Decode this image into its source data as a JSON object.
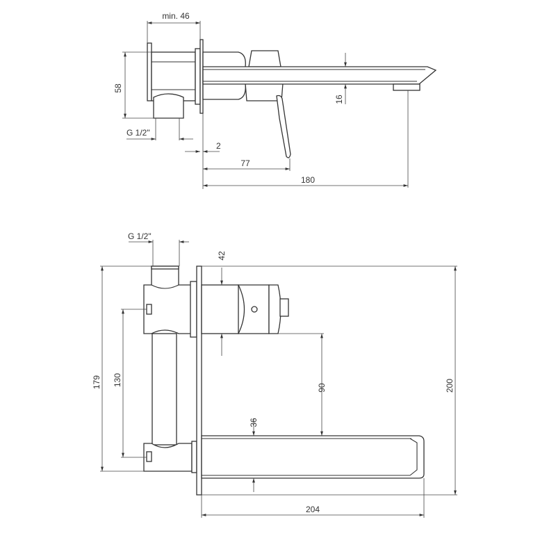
{
  "title": "Wall-mounted faucet dimension drawing",
  "side_view": {
    "dimensions": {
      "min_depth": "min. 46",
      "body_height": "58",
      "connection": "G 1/2\"",
      "plate_thickness": "2",
      "lever_reach": "77",
      "spout_reach": "180",
      "spout_height": "16"
    }
  },
  "front_view": {
    "dimensions": {
      "connection": "G 1/2\"",
      "handle_height": "42",
      "box_height": "179",
      "inlet_spacing": "130",
      "spout_offset": "90",
      "spout_height": "36",
      "plate_height": "200",
      "overall_width": "204"
    }
  },
  "colors": {
    "line": "#333333",
    "background": "#ffffff"
  }
}
